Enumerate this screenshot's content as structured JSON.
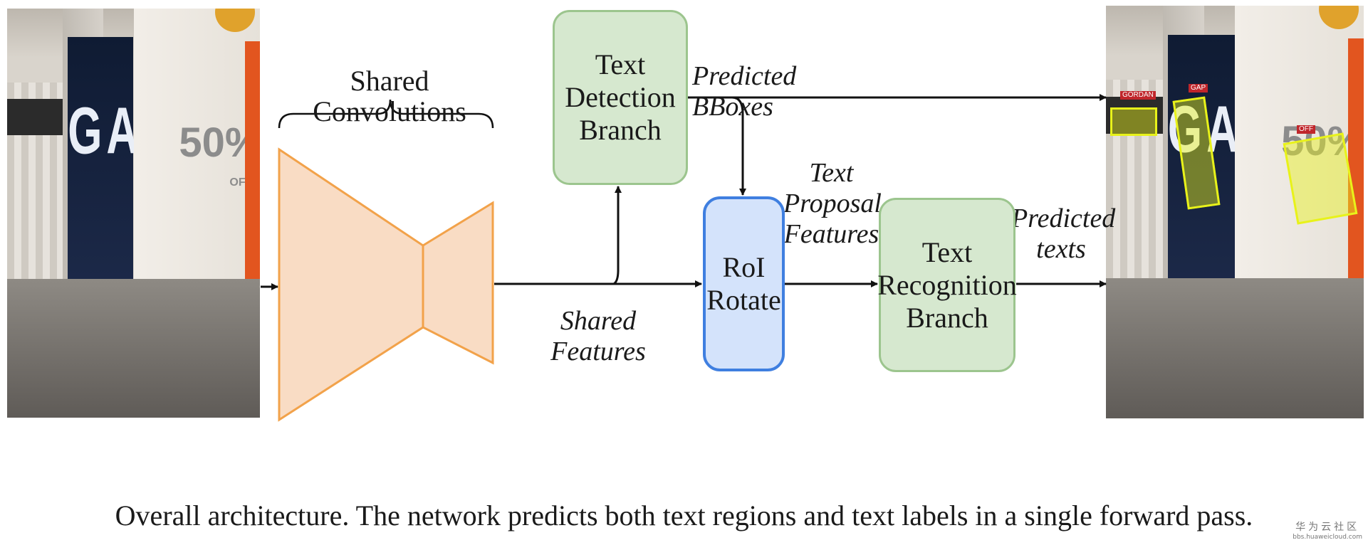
{
  "diagram": {
    "input_photo": {
      "poster_text": "GAP",
      "sale_text": "50%",
      "sale_sub": "OFF"
    },
    "shared_convolutions": "Shared Convolutions",
    "shared_features": "Shared Features",
    "text_detection_branch": "Text\nDetection\nBranch",
    "predicted_bboxes": "Predicted BBoxes",
    "roi_rotate": "RoI\nRotate",
    "text_proposal_features": "Text\nProposal\nFeatures",
    "text_recognition_branch": "Text\nRecognition\nBranch",
    "predicted_texts": "Predicted\ntexts",
    "output_photo": {
      "tag_gordan": "GORDAN",
      "tag_gap": "GAP",
      "tag_off": "OFF"
    }
  },
  "caption": "Overall architecture. The network predicts both text regions and text labels in a single forward pass.",
  "watermark": {
    "line1": "华为云社区",
    "line2": "bbs.huaweicloud.com"
  },
  "colors": {
    "encoder": "#f2b06a",
    "green_box": "#d6e8cf",
    "blue_box": "#d4e3fb",
    "detection": "#e8f21a"
  }
}
